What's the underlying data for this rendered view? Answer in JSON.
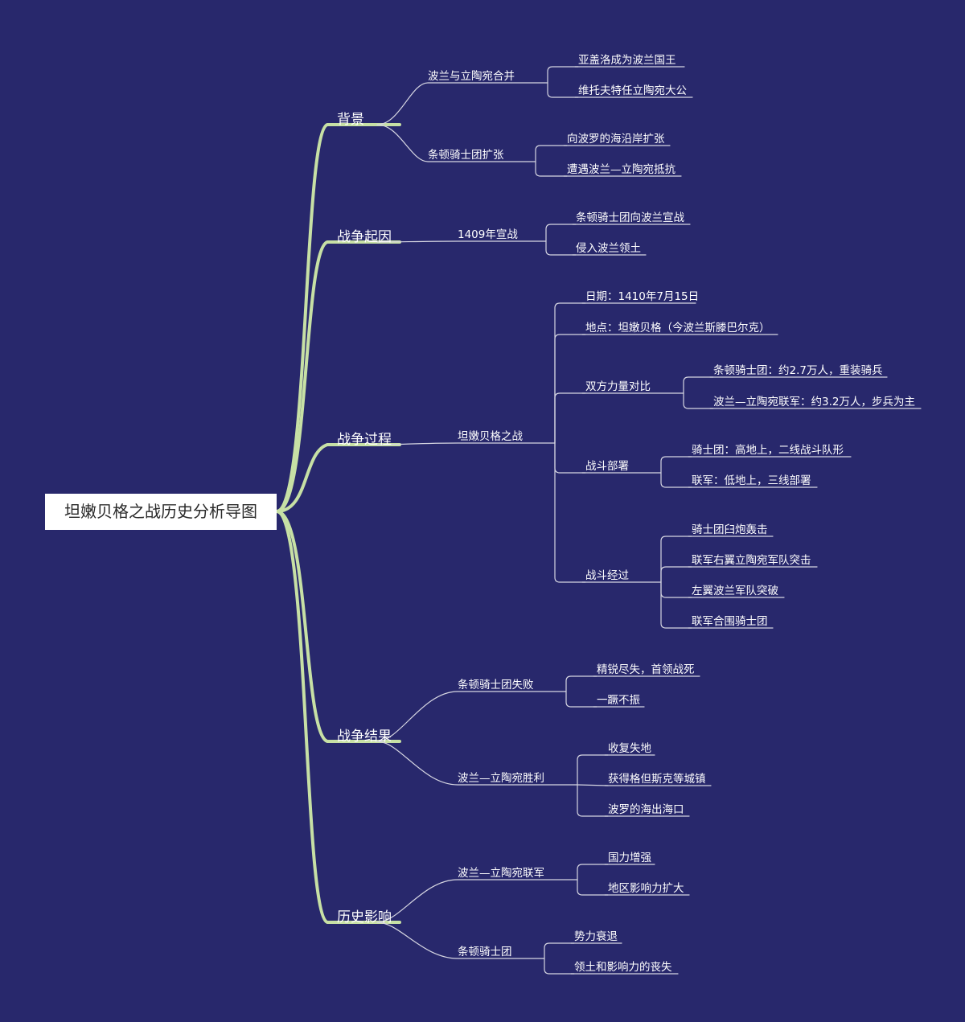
{
  "colors": {
    "background": "#28286c",
    "main_branch": "#c7e0a5",
    "sub_branch": "#d6d6e2",
    "root_fill": "#ffffff",
    "root_text": "#2a2a2a"
  },
  "mindmap": {
    "root": "坦嫩贝格之战历史分析导图",
    "branches": [
      {
        "label": "背景",
        "children": [
          {
            "label": "波兰与立陶宛合并",
            "children": [
              {
                "label": "亚盖洛成为波兰国王"
              },
              {
                "label": "维托夫特任立陶宛大公"
              }
            ]
          },
          {
            "label": "条顿骑士团扩张",
            "children": [
              {
                "label": "向波罗的海沿岸扩张"
              },
              {
                "label": "遭遇波兰—立陶宛抵抗"
              }
            ]
          }
        ]
      },
      {
        "label": "战争起因",
        "children": [
          {
            "label": "1409年宣战",
            "children": [
              {
                "label": "条顿骑士团向波兰宣战"
              },
              {
                "label": "侵入波兰领土"
              }
            ]
          }
        ]
      },
      {
        "label": "战争过程",
        "children": [
          {
            "label": "坦嫩贝格之战",
            "children": [
              {
                "label": "日期：1410年7月15日"
              },
              {
                "label": "地点：坦嫩贝格（今波兰斯滕巴尔克）"
              },
              {
                "label": "双方力量对比",
                "children": [
                  {
                    "label": "条顿骑士团：约2.7万人，重装骑兵"
                  },
                  {
                    "label": "波兰—立陶宛联军：约3.2万人，步兵为主"
                  }
                ]
              },
              {
                "label": "战斗部署",
                "children": [
                  {
                    "label": "骑士团：高地上，二线战斗队形"
                  },
                  {
                    "label": "联军：低地上，三线部署"
                  }
                ]
              },
              {
                "label": "战斗经过",
                "children": [
                  {
                    "label": "骑士团臼炮轰击"
                  },
                  {
                    "label": "联军右翼立陶宛军队突击"
                  },
                  {
                    "label": "左翼波兰军队突破"
                  },
                  {
                    "label": "联军合围骑士团"
                  }
                ]
              }
            ]
          }
        ]
      },
      {
        "label": "战争结果",
        "children": [
          {
            "label": "条顿骑士团失败",
            "children": [
              {
                "label": "精锐尽失，首领战死"
              },
              {
                "label": "一蹶不振"
              }
            ]
          },
          {
            "label": "波兰—立陶宛胜利",
            "children": [
              {
                "label": "收复失地"
              },
              {
                "label": "获得格但斯克等城镇"
              },
              {
                "label": "波罗的海出海口"
              }
            ]
          }
        ]
      },
      {
        "label": "历史影响",
        "children": [
          {
            "label": "波兰—立陶宛联军",
            "children": [
              {
                "label": "国力增强"
              },
              {
                "label": "地区影响力扩大"
              }
            ]
          },
          {
            "label": "条顿骑士团",
            "children": [
              {
                "label": "势力衰退"
              },
              {
                "label": "领土和影响力的丧失"
              }
            ]
          }
        ]
      }
    ]
  }
}
